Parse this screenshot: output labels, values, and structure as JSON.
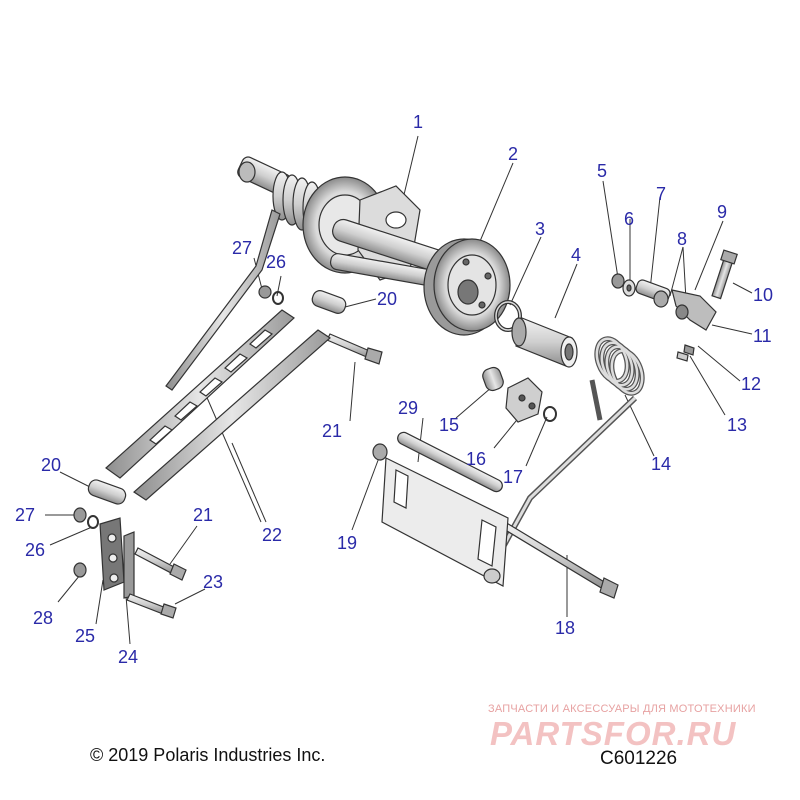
{
  "labels": [
    {
      "id": "l1",
      "text": "1"
    },
    {
      "id": "l2",
      "text": "2"
    },
    {
      "id": "l3",
      "text": "3"
    },
    {
      "id": "l4",
      "text": "4"
    },
    {
      "id": "l5",
      "text": "5"
    },
    {
      "id": "l6",
      "text": "6"
    },
    {
      "id": "l7",
      "text": "7"
    },
    {
      "id": "l8",
      "text": "8"
    },
    {
      "id": "l9",
      "text": "9"
    },
    {
      "id": "l10",
      "text": "10"
    },
    {
      "id": "l11",
      "text": "11"
    },
    {
      "id": "l12",
      "text": "12"
    },
    {
      "id": "l13",
      "text": "13"
    },
    {
      "id": "l14",
      "text": "14"
    },
    {
      "id": "l15",
      "text": "15"
    },
    {
      "id": "l16",
      "text": "16"
    },
    {
      "id": "l17",
      "text": "17"
    },
    {
      "id": "l18",
      "text": "18"
    },
    {
      "id": "l19",
      "text": "19"
    },
    {
      "id": "l20a",
      "text": "20"
    },
    {
      "id": "l20b",
      "text": "20"
    },
    {
      "id": "l21a",
      "text": "21"
    },
    {
      "id": "l21b",
      "text": "21"
    },
    {
      "id": "l22",
      "text": "22"
    },
    {
      "id": "l23",
      "text": "23"
    },
    {
      "id": "l24",
      "text": "24"
    },
    {
      "id": "l25",
      "text": "25"
    },
    {
      "id": "l26a",
      "text": "26"
    },
    {
      "id": "l26b",
      "text": "26"
    },
    {
      "id": "l27a",
      "text": "27"
    },
    {
      "id": "l27b",
      "text": "27"
    },
    {
      "id": "l28",
      "text": "28"
    },
    {
      "id": "l29",
      "text": "29"
    }
  ],
  "copyright": "© 2019 Polaris Industries Inc.",
  "figure_id": "C601226",
  "watermark": {
    "tagline": "ЗАПЧАСТИ И АКСЕССУАРЫ ДЛЯ МОТОТЕХНИКИ",
    "logo": "PARTSFOR.RU"
  },
  "colors": {
    "label": "#2a2aa8",
    "line": "#333333",
    "watermark": "#e7a2a2"
  }
}
